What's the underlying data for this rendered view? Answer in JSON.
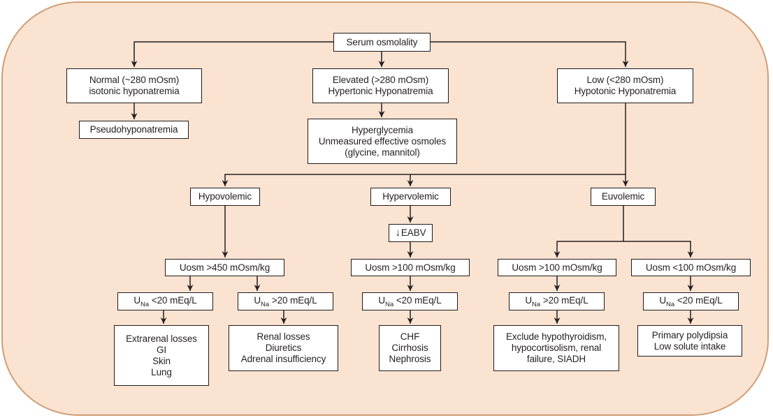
{
  "palette": {
    "panel_bg": "#fbe3d1",
    "panel_border": "#cf9e76",
    "box_bg": "#ffffff",
    "box_border": "#1f1b1a",
    "line_color": "#231f20",
    "text_color": "#231f20"
  },
  "nodes": {
    "serum": {
      "label": "Serum osmolality"
    },
    "normal": {
      "lines": [
        "Normal (~280 mOsm)",
        "isotonic hyponatremia"
      ]
    },
    "pseudo": {
      "label": "Pseudohyponatremia"
    },
    "elevated": {
      "lines": [
        "Elevated (>280 mOsm)",
        "Hypertonic Hyponatremia"
      ]
    },
    "hyperglycemia": {
      "lines": [
        "Hyperglycemia",
        "Unmeasured effective osmoles",
        "(glycine, mannitol)"
      ]
    },
    "low": {
      "lines": [
        "Low (<280 mOsm)",
        "Hypotonic Hyponatremia"
      ]
    },
    "hypovolemic": {
      "label": "Hypovolemic"
    },
    "hypervolemic": {
      "label": "Hypervolemic"
    },
    "euvolemic": {
      "label": "Euvolemic"
    },
    "eabv": {
      "arrow_icon": "↓",
      "label": "EABV"
    },
    "uosm_hypo": {
      "label": "Uosm >450 mOsm/kg"
    },
    "uosm_hyper": {
      "label": "Uosm >100 mOsm/kg"
    },
    "uosm_eu_left": {
      "label": "Uosm >100 mOsm/kg"
    },
    "uosm_eu_right": {
      "label": "Uosm <100 mOsm/kg"
    },
    "una_hypo_left": {
      "base": "U",
      "sub": "Na",
      "value": " <20 mEq/L"
    },
    "una_hypo_right": {
      "base": "U",
      "sub": "Na",
      "value": " >20 mEq/L"
    },
    "una_hyper": {
      "base": "U",
      "sub": "Na",
      "value": " <20 mEq/L"
    },
    "una_eu_left": {
      "base": "U",
      "sub": "Na",
      "value": " >20 mEq/L"
    },
    "una_eu_right": {
      "base": "U",
      "sub": "Na",
      "value": " <20 mEq/L"
    },
    "extrarenal": {
      "lines": [
        "Extrarenal losses",
        "GI",
        "Skin",
        "Lung"
      ]
    },
    "renal": {
      "lines": [
        "Renal losses",
        "Diuretics",
        "Adrenal insufficiency"
      ]
    },
    "chf": {
      "lines": [
        "CHF",
        "Cirrhosis",
        "Nephrosis"
      ]
    },
    "exclude": {
      "lines": [
        "Exclude hypothyroidism,",
        "hypocortisolism, renal",
        "failure, SIADH"
      ]
    },
    "polydipsia": {
      "lines": [
        "Primary polydipsia",
        "Low solute intake"
      ]
    }
  }
}
